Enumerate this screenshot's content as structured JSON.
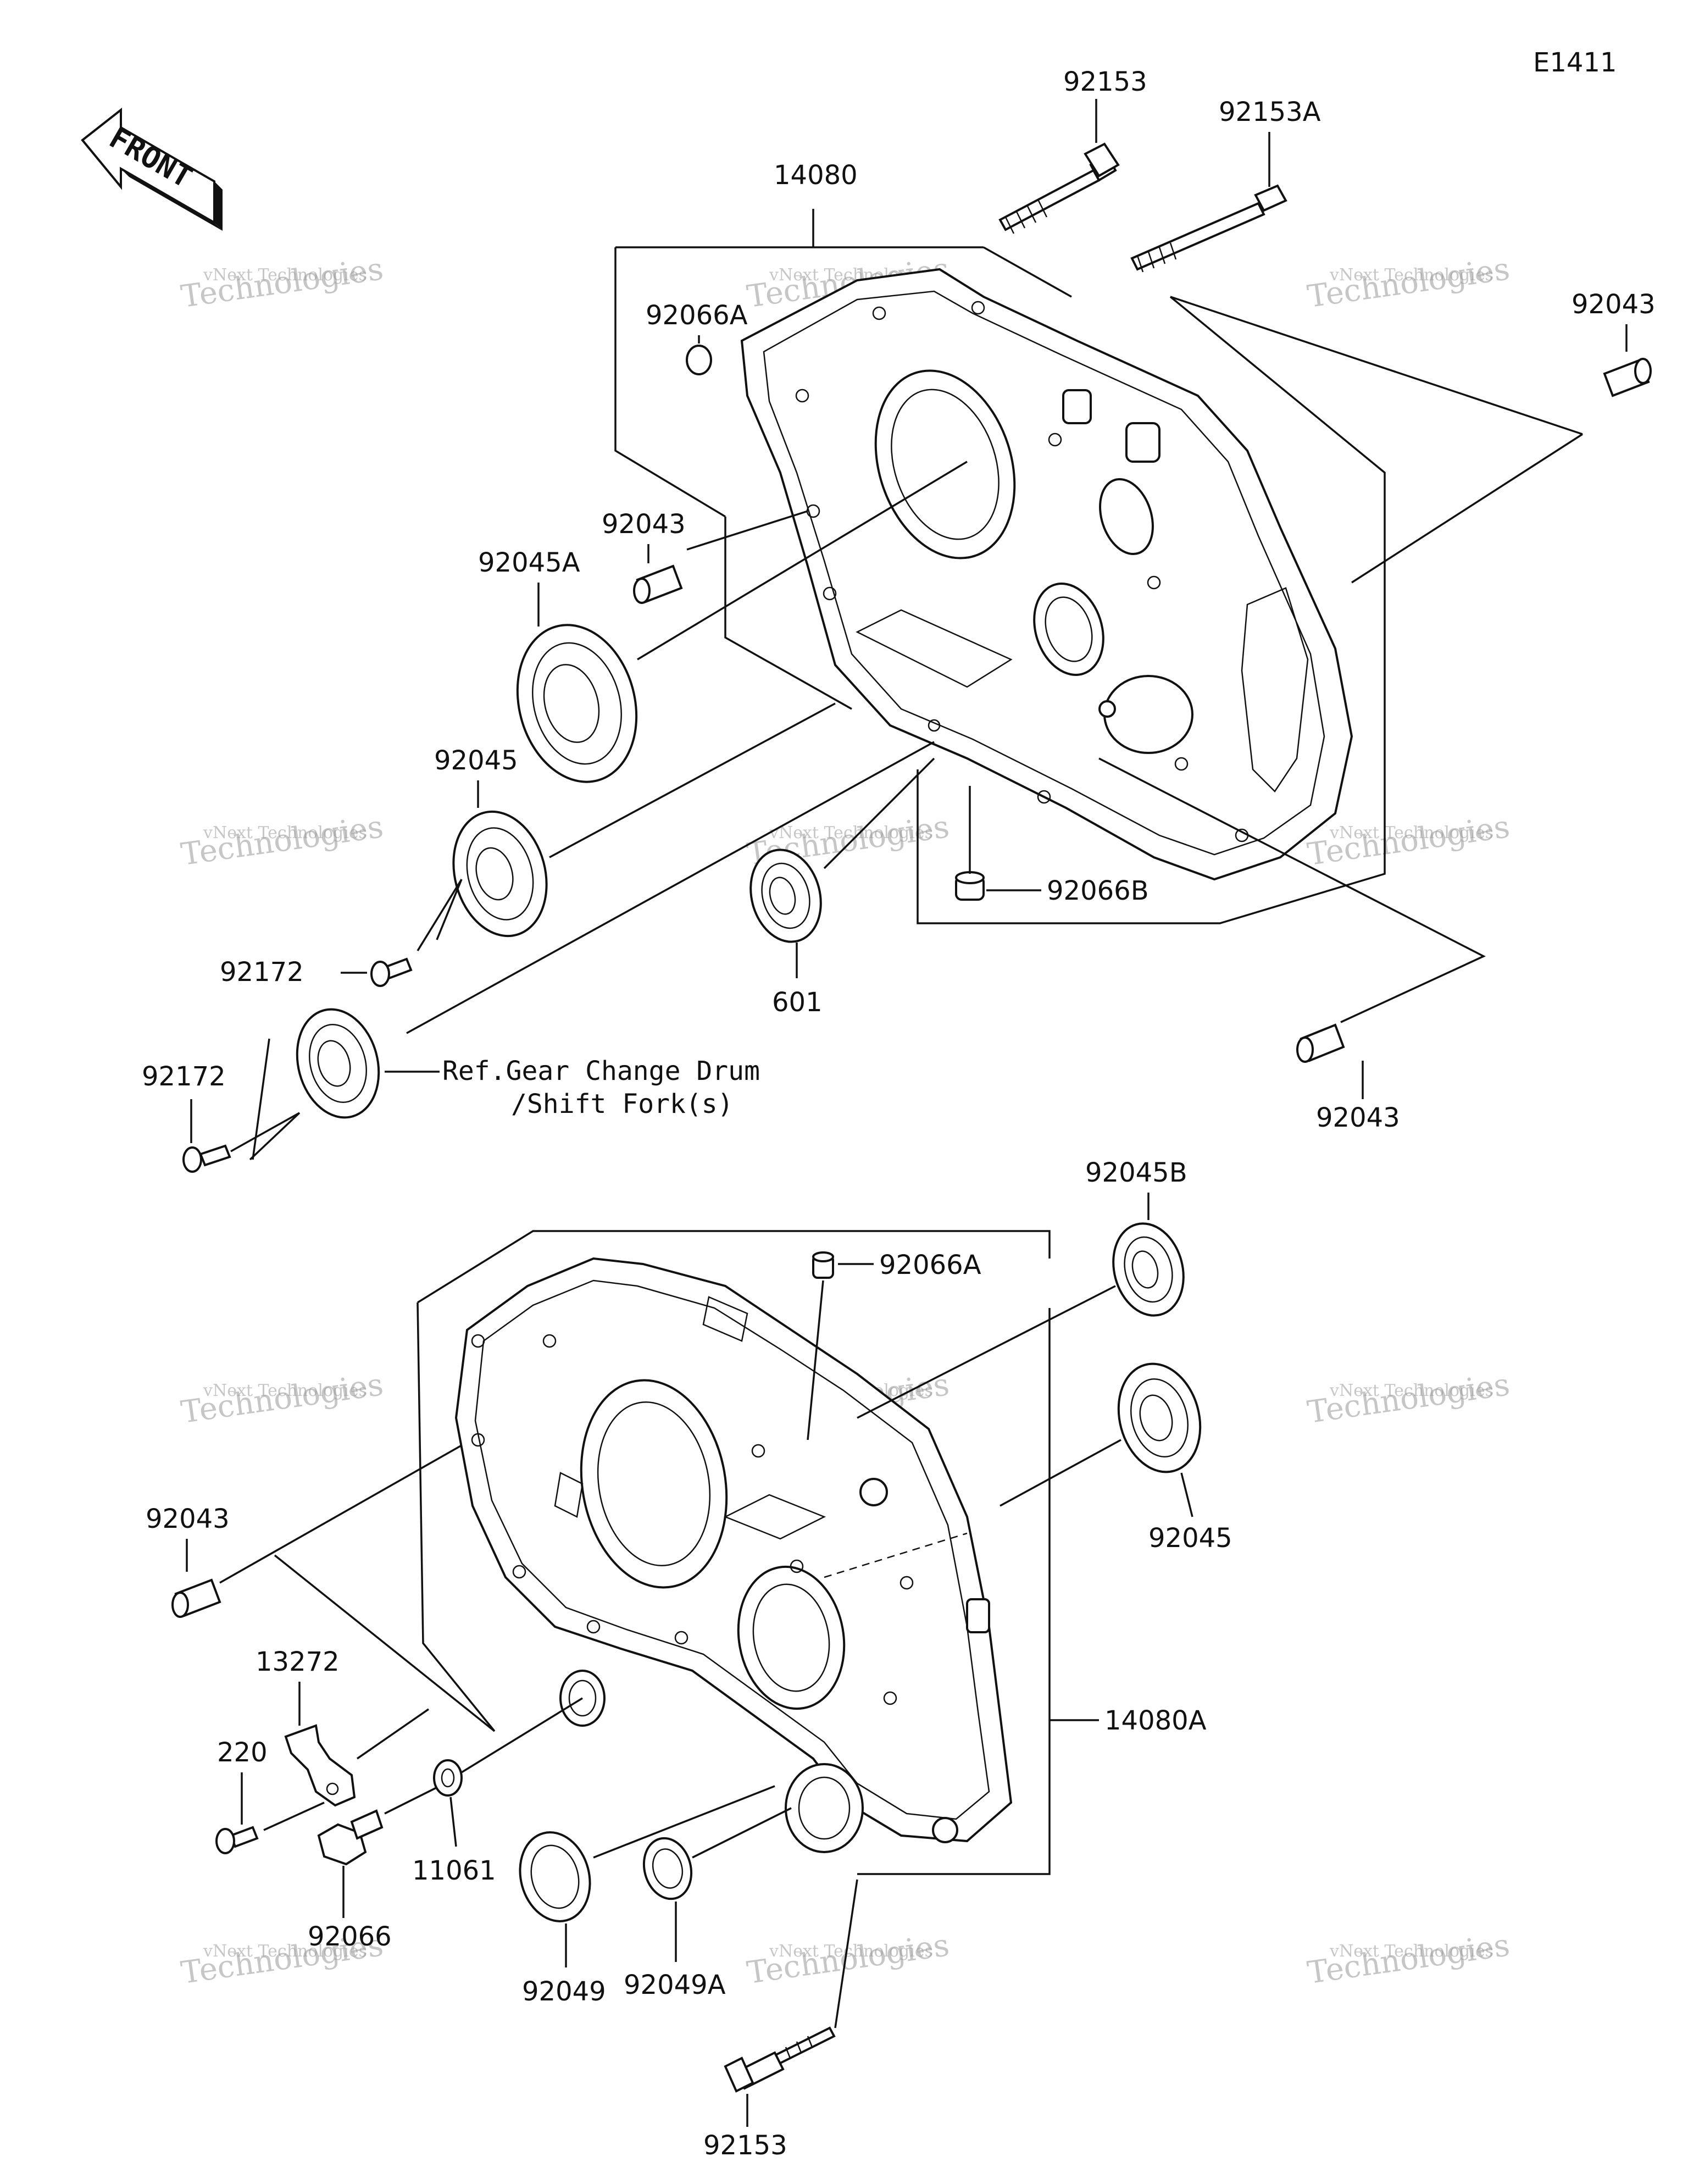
{
  "diagram_code": "E1411",
  "front_label": "FRONT",
  "watermark": {
    "line1": "vNext Technologies",
    "line2": "Technologies",
    "accent": "vNext"
  },
  "callouts": {
    "c92153_top": "92153",
    "c92153A": "92153A",
    "c14080": "14080",
    "c92066A_top": "92066A",
    "c92043_right": "92043",
    "c92043_mid": "92043",
    "c92045A": "92045A",
    "c92045": "92045",
    "c92172_a": "92172",
    "c92172_b": "92172",
    "c601": "601",
    "c92066B": "92066B",
    "c92043_bottom_right": "92043",
    "c92045B": "92045B",
    "c92066A_low": "92066A",
    "c92043_left": "92043",
    "c92045_low": "92045",
    "c13272": "13272",
    "c220": "220",
    "c14080A": "14080A",
    "c11061": "11061",
    "c92066": "92066",
    "c92049": "92049",
    "c92049A": "92049A",
    "c92153_bottom": "92153"
  },
  "reference_note": {
    "line1": "Ref.Gear Change Drum",
    "line2": "/Shift Fork(s)"
  }
}
